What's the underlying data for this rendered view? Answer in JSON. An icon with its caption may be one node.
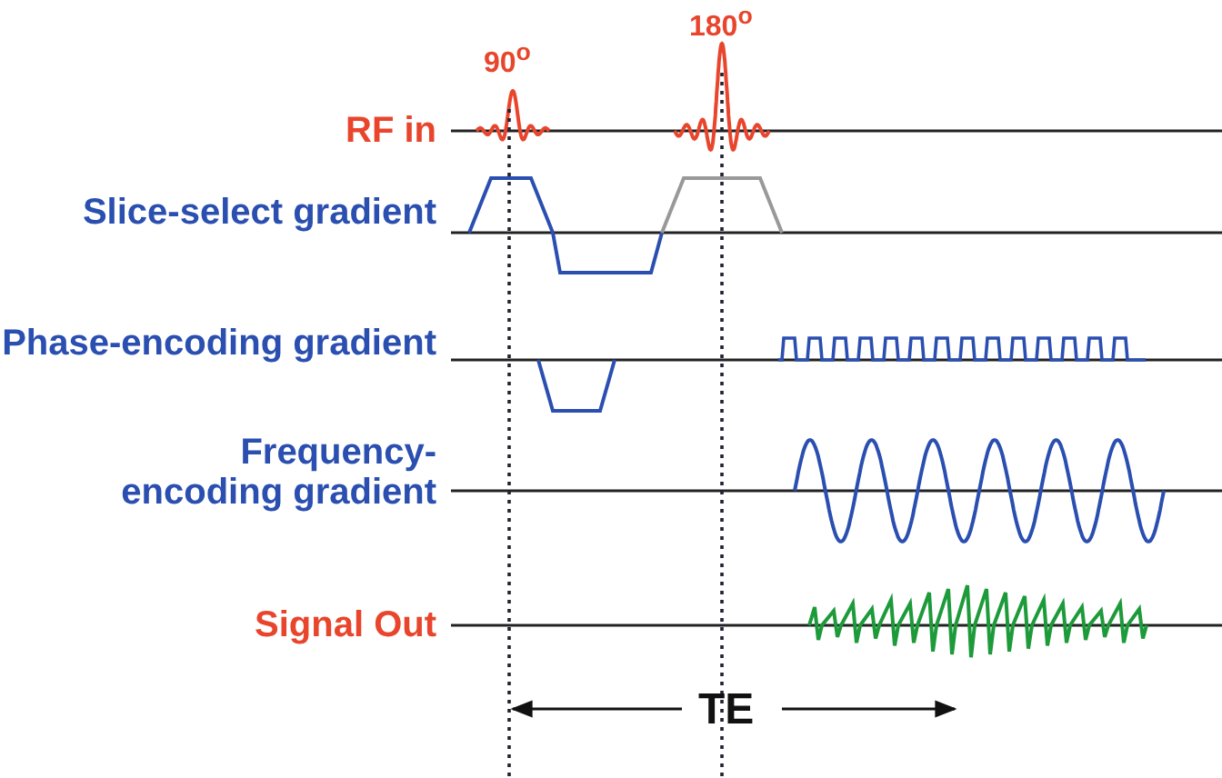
{
  "diagram": {
    "labels": [
      "90$^{o}$",
      "180$^{o}$",
      "RF in",
      "Slice-select gradient",
      "Phase-encoding gradient",
      "Frequency-encoding gradient",
      "Signal Out",
      "TE"
    ]
  }
}
